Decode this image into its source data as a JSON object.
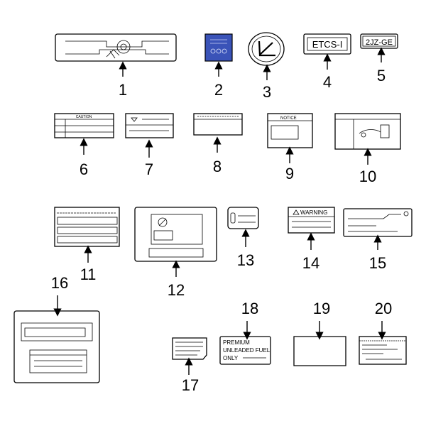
{
  "parts": [
    {
      "id": "1",
      "label": "1"
    },
    {
      "id": "2",
      "label": "2"
    },
    {
      "id": "3",
      "label": "3"
    },
    {
      "id": "4",
      "label": "4"
    },
    {
      "id": "5",
      "label": "5"
    },
    {
      "id": "6",
      "label": "6"
    },
    {
      "id": "7",
      "label": "7"
    },
    {
      "id": "8",
      "label": "8"
    },
    {
      "id": "9",
      "label": "9"
    },
    {
      "id": "10",
      "label": "10"
    },
    {
      "id": "11",
      "label": "11"
    },
    {
      "id": "12",
      "label": "12"
    },
    {
      "id": "13",
      "label": "13"
    },
    {
      "id": "14",
      "label": "14"
    },
    {
      "id": "15",
      "label": "15"
    },
    {
      "id": "16",
      "label": "16"
    },
    {
      "id": "17",
      "label": "17"
    },
    {
      "id": "18",
      "label": "18"
    },
    {
      "id": "19",
      "label": "19"
    },
    {
      "id": "20",
      "label": "20"
    }
  ],
  "label_texts": {
    "etcs": "ETCS-I",
    "engine": "2JZ-GE",
    "warning": "WARNING",
    "notice": "NOTICE",
    "caution": "CAUTION",
    "fuel_line1": "PREMIUM",
    "fuel_line2": "UNLEADED FUEL",
    "fuel_line3": "ONLY"
  },
  "colors": {
    "highlight": "#3a53b8",
    "outline": "#000000"
  }
}
